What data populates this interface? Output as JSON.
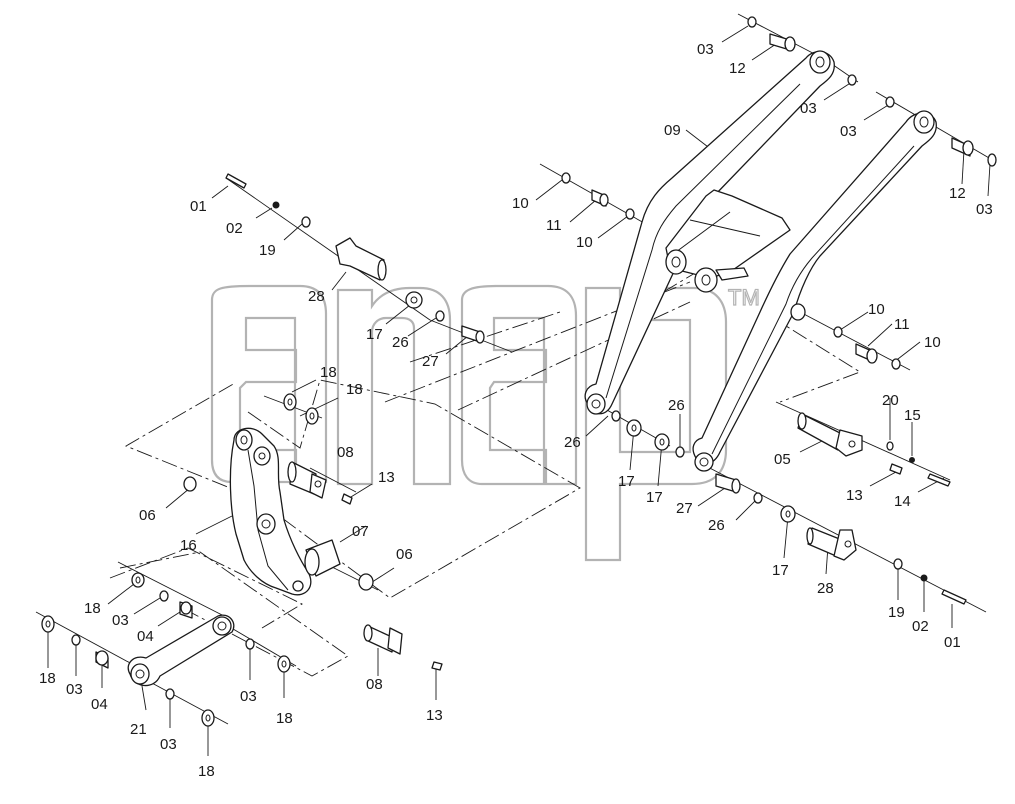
{
  "diagram": {
    "watermark": {
      "text": "anap",
      "mark": "TM"
    },
    "callouts": [
      {
        "id": "c01a",
        "label": "01"
      },
      {
        "id": "c02a",
        "label": "02"
      },
      {
        "id": "c19a",
        "label": "19"
      },
      {
        "id": "c28a",
        "label": "28"
      },
      {
        "id": "c17a",
        "label": "17"
      },
      {
        "id": "c26a",
        "label": "26"
      },
      {
        "id": "c27a",
        "label": "27"
      },
      {
        "id": "c18a",
        "label": "18"
      },
      {
        "id": "c18b",
        "label": "18"
      },
      {
        "id": "c08a",
        "label": "08"
      },
      {
        "id": "c13a",
        "label": "13"
      },
      {
        "id": "c06a",
        "label": "06"
      },
      {
        "id": "c16a",
        "label": "16"
      },
      {
        "id": "c07a",
        "label": "07"
      },
      {
        "id": "c06b",
        "label": "06"
      },
      {
        "id": "c18c",
        "label": "18"
      },
      {
        "id": "c03a",
        "label": "03"
      },
      {
        "id": "c04a",
        "label": "04"
      },
      {
        "id": "c18d",
        "label": "18"
      },
      {
        "id": "c03b",
        "label": "03"
      },
      {
        "id": "c04b",
        "label": "04"
      },
      {
        "id": "c21a",
        "label": "21"
      },
      {
        "id": "c03c",
        "label": "03"
      },
      {
        "id": "c18e",
        "label": "18"
      },
      {
        "id": "c03d",
        "label": "03"
      },
      {
        "id": "c18f",
        "label": "18"
      },
      {
        "id": "c08b",
        "label": "08"
      },
      {
        "id": "c13b",
        "label": "13"
      },
      {
        "id": "c03e",
        "label": "03"
      },
      {
        "id": "c12a",
        "label": "12"
      },
      {
        "id": "c09a",
        "label": "09"
      },
      {
        "id": "c03f",
        "label": "03"
      },
      {
        "id": "c03g",
        "label": "03"
      },
      {
        "id": "c12b",
        "label": "12"
      },
      {
        "id": "c03h",
        "label": "03"
      },
      {
        "id": "c10a",
        "label": "10"
      },
      {
        "id": "c11a",
        "label": "11"
      },
      {
        "id": "c10b",
        "label": "10"
      },
      {
        "id": "c10c",
        "label": "10"
      },
      {
        "id": "c11b",
        "label": "11"
      },
      {
        "id": "c10d",
        "label": "10"
      },
      {
        "id": "c26b",
        "label": "26"
      },
      {
        "id": "c26c",
        "label": "26"
      },
      {
        "id": "c17b",
        "label": "17"
      },
      {
        "id": "c17c",
        "label": "17"
      },
      {
        "id": "c20a",
        "label": "20"
      },
      {
        "id": "c15a",
        "label": "15"
      },
      {
        "id": "c05a",
        "label": "05"
      },
      {
        "id": "c13c",
        "label": "13"
      },
      {
        "id": "c14a",
        "label": "14"
      },
      {
        "id": "c27b",
        "label": "27"
      },
      {
        "id": "c26d",
        "label": "26"
      },
      {
        "id": "c17d",
        "label": "17"
      },
      {
        "id": "c28b",
        "label": "28"
      },
      {
        "id": "c19b",
        "label": "19"
      },
      {
        "id": "c02b",
        "label": "02"
      },
      {
        "id": "c01b",
        "label": "01"
      }
    ]
  }
}
